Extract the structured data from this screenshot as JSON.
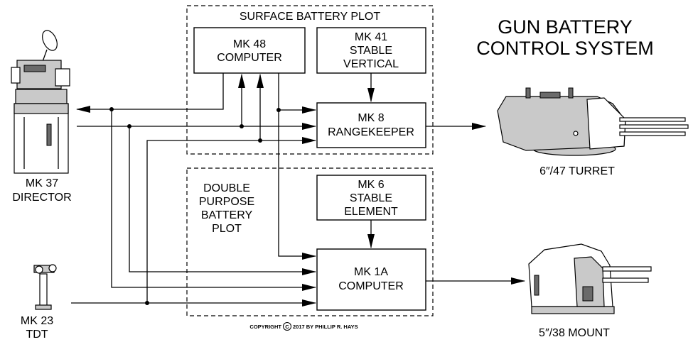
{
  "title": {
    "line1": "GUN BATTERY",
    "line2": "CONTROL SYSTEM"
  },
  "groups": {
    "surface_plot": "SURFACE BATTERY PLOT",
    "dp_plot": [
      "DOUBLE",
      "PURPOSE",
      "BATTERY",
      "PLOT"
    ]
  },
  "boxes": {
    "mk48": [
      "MK 48",
      "COMPUTER"
    ],
    "mk41": [
      "MK 41",
      "STABLE",
      "VERTICAL"
    ],
    "mk8": [
      "MK 8",
      "RANGEKEEPER"
    ],
    "mk6": [
      "MK 6",
      "STABLE",
      "ELEMENT"
    ],
    "mk1a": [
      "MK 1A",
      "COMPUTER"
    ]
  },
  "equipment": {
    "director": [
      "MK 37",
      "DIRECTOR"
    ],
    "tdt": [
      "MK 23",
      "TDT"
    ],
    "turret": "6″/47 TURRET",
    "mount": "5″/38 MOUNT"
  },
  "copyright": {
    "prefix": "COPYRIGHT",
    "symbol": "C",
    "suffix": "2017 BY PHILLIP R. HAYS"
  }
}
